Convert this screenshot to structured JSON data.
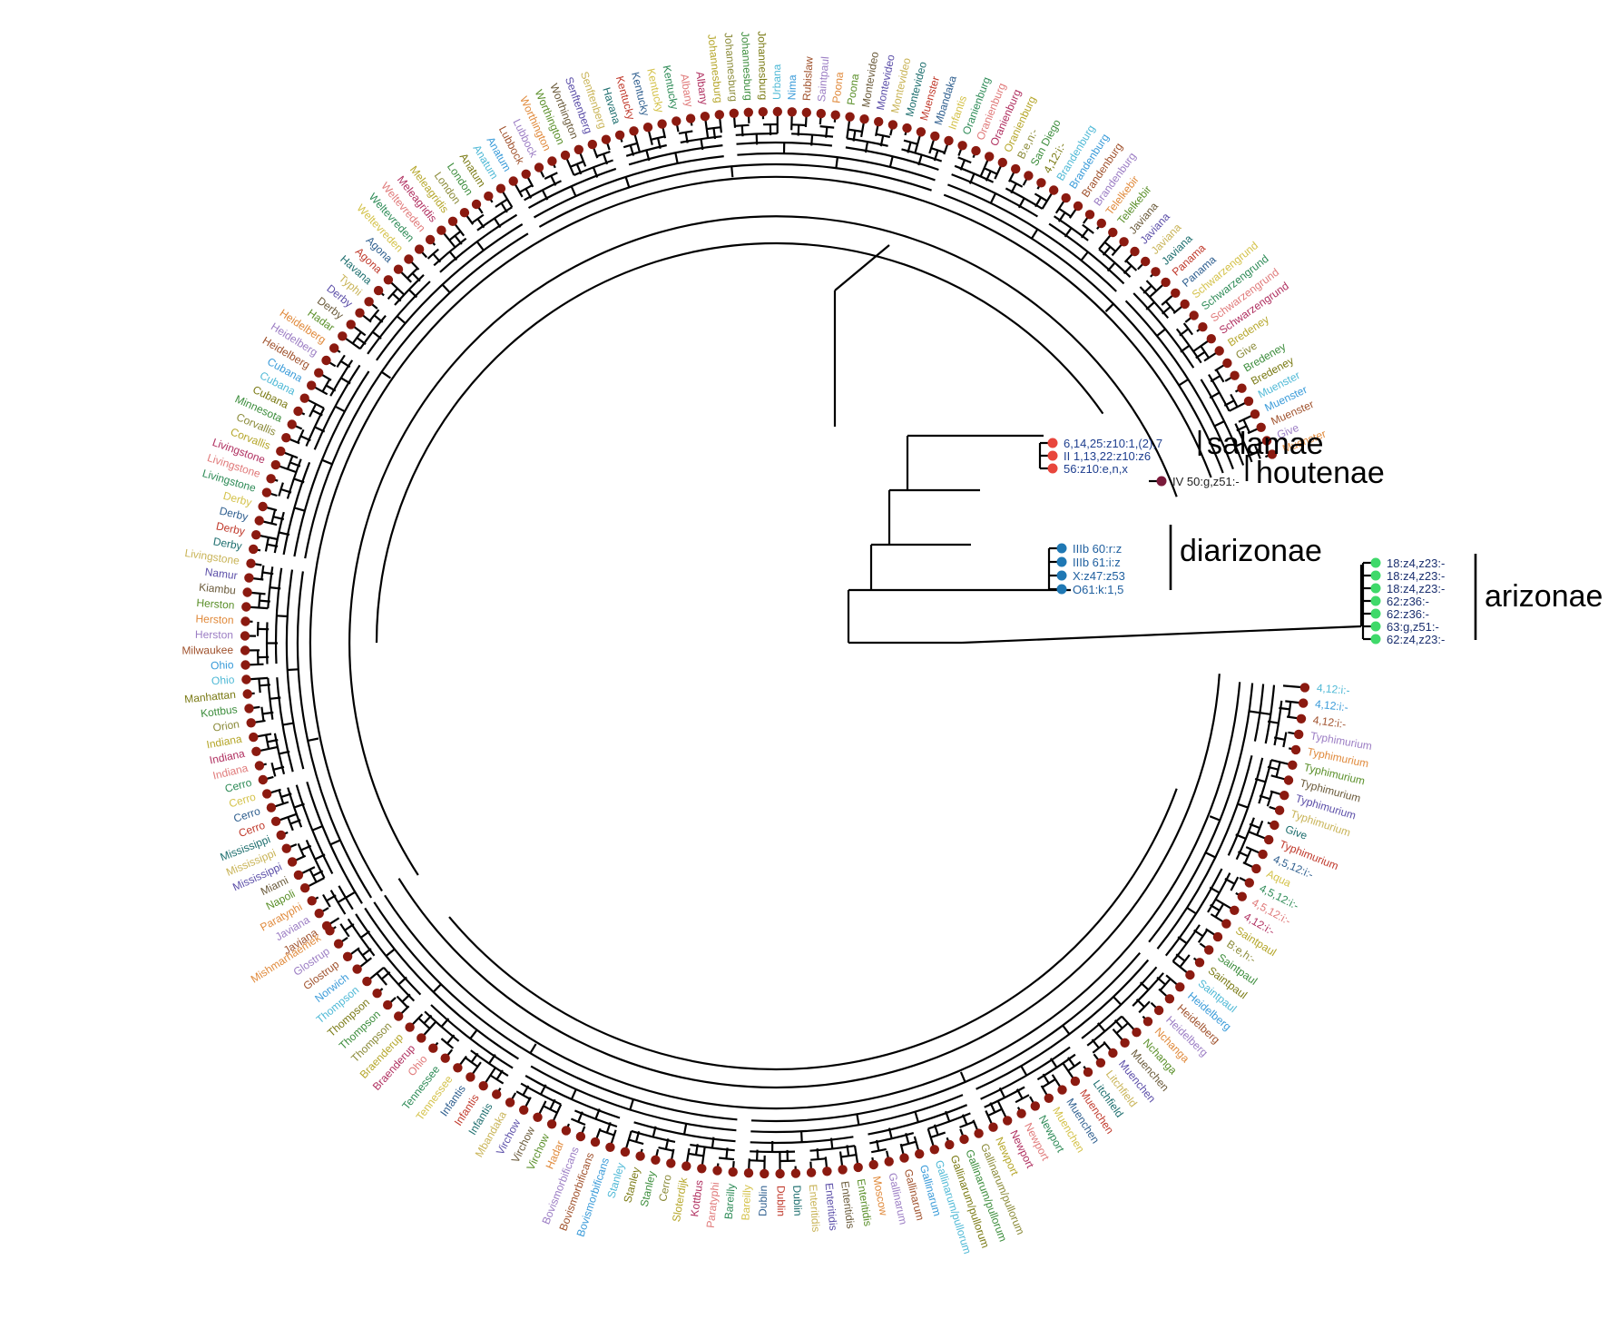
{
  "colors": {
    "main_tip_marker": "#8b1a10",
    "arizonae_marker": "#3fd96a",
    "diarizonae_marker": "#1f78b4",
    "houtenae_marker": "#7a1a3a",
    "salamae_marker": "#e8463c",
    "branch": "#000000"
  },
  "label_palette": [
    "#7a7a14",
    "#b5a62a",
    "#2e8b57",
    "#c0392b",
    "#5b4ea8",
    "#e08a3c",
    "#3a9bd9",
    "#3c8d3c",
    "#b03060",
    "#d4c24a",
    "#1d6e6e",
    "#6a5a3a",
    "#9c7ec4",
    "#4fb9d6",
    "#8b8b3a",
    "#e07a7a",
    "#2f5f8f",
    "#c9b458",
    "#5a8f29",
    "#a0522d"
  ],
  "clade_labels": {
    "salamae": "salamae",
    "houtenae": "houtenae",
    "diarizonae": "diarizonae",
    "arizonae": "arizonae"
  },
  "outgroups": {
    "salamae": [
      "6,14,25:z10:1,(2),7",
      "II 1,13,22:z10:z6",
      "56:z10:e,n,x"
    ],
    "houtenae": [
      "IV 50:g,z51:-"
    ],
    "diarizonae": [
      "IIIb 60:r:z",
      "IIIb 61:i:z",
      "X:z47:z53",
      "O61:k:1,5"
    ],
    "arizonae": [
      "18:z4,z23:-",
      "18:z4,z23:-",
      "18:z4,z23:-",
      "62:z36:-",
      "62:z36:-",
      "63:g,z51:-",
      "62:z4,z23:-"
    ]
  },
  "tips_arc_a": [
    "Muenster",
    "Give",
    "Muenster",
    "Muenster",
    "Muenster",
    "Bredeney",
    "Bredeney",
    "Give",
    "Bredeney",
    "Schwarzengrund",
    "Schwarzengrund",
    "Schwarzengrund",
    "Schwarzengrund",
    "Panama",
    "Panama",
    "Javiana",
    "Javiana",
    "Javiana",
    "Javiana",
    "Telelkebir",
    "Telelkebir",
    "Brandenburg",
    "Brandenburg",
    "Brandenburg",
    "Brandenburg",
    "4,12:i:-",
    "San Diego",
    "B:e,n:-",
    "Oranienburg",
    "Oranienburg",
    "Oranienburg",
    "Oranienburg",
    "Infantis",
    "Mbandaka",
    "Muenster",
    "Montevideo",
    "Montevideo",
    "Montevideo",
    "Montevideo",
    "Poona",
    "Poona",
    "Saintpaul",
    "Rubislaw",
    "Nima",
    "Urbana",
    "Johannesburg",
    "Johannesburg",
    "Johannesburg",
    "Johannesburg",
    "Albany",
    "Albany",
    "Kentucky",
    "Kentucky",
    "Kentucky",
    "Kentucky",
    "Havana",
    "Senftenberg",
    "Senftenberg",
    "Worthington",
    "Worthington",
    "Worthington",
    "Lubbock",
    "Lubbock",
    "Anatum",
    "Anatum",
    "Anatum",
    "London",
    "London",
    "Meleagridis",
    "Meleagridis",
    "Weltevreden",
    "Weltevreden",
    "Weltevreden",
    "Agona",
    "Agona",
    "Havana",
    "Typhi",
    "Derby",
    "Derby",
    "Hadar",
    "Heidelberg",
    "Heidelberg",
    "Heidelberg",
    "Cubana",
    "Cubana",
    "Cubana",
    "Minnesota",
    "Corvallis",
    "Corvallis",
    "Livingstone",
    "Livingstone",
    "Livingstone",
    "Derby",
    "Derby",
    "Derby",
    "Derby",
    "Livingstone",
    "Namur",
    "Kiambu",
    "Herston",
    "Herston",
    "Herston",
    "Milwaukee",
    "Ohio",
    "Ohio",
    "Manhattan",
    "Kottbus",
    "Orion",
    "Indiana",
    "Indiana",
    "Indiana",
    "Cerro",
    "Cerro",
    "Cerro",
    "Cerro",
    "Mississippi",
    "Mississippi",
    "Mississippi",
    "Miami",
    "Napoli",
    "Paratyphi",
    "Javiana",
    "Javiana"
  ],
  "tips_arc_b": [
    "Mishmarhaemek",
    "Glostrup",
    "Glostrup",
    "Norwich",
    "Thompson",
    "Thompson",
    "Thompson",
    "Thompson",
    "Braenderup",
    "Braenderup",
    "Ohio",
    "Tennessee",
    "Tennessee",
    "Infantis",
    "Infantis",
    "Infantis",
    "Mbandaka",
    "Virchow",
    "Virchow",
    "Virchow",
    "Hadar",
    "Bovismorbificans",
    "Bovismorbificans",
    "Bovismorbificans",
    "Stanley",
    "Stanley",
    "Stanley",
    "Cerro",
    "Sloterdijk",
    "Kottbus",
    "Paratyphi",
    "Bareilly",
    "Bareilly",
    "Dublin",
    "Dublin",
    "Dublin",
    "Enteritidis",
    "Enteritidis",
    "Enteritidis",
    "Enteritidis",
    "Moscow",
    "Gallinarum",
    "Gallinarum",
    "Gallinarum",
    "Gallinarum/pullorum",
    "Gallinarum/pullorum",
    "Gallinarum/pullorum",
    "Gallinarum/pullorum",
    "Newport",
    "Newport",
    "Newport",
    "Newport",
    "Muenchen",
    "Muenchen",
    "Muenchen",
    "Litchfield",
    "Litchfield",
    "Muenchen",
    "Muenchen",
    "Nchanga",
    "Nchanga",
    "Heidelberg",
    "Heidelberg",
    "Heidelberg",
    "Saintpaul",
    "Saintpaul",
    "Saintpaul",
    "B:e,h:-",
    "Saintpaul",
    "4,12:i:-",
    "4,5,12:i:-",
    "4,5,12:i:-",
    "Aqua",
    "4,5,12:i:-",
    "Typhimurium",
    "Give",
    "Typhimurium",
    "Typhimurium",
    "Typhimurium",
    "Typhimurium",
    "Typhimurium",
    "Typhimurium",
    "4,12:i:-",
    "4,12:i:-",
    "4,12:i:-"
  ]
}
